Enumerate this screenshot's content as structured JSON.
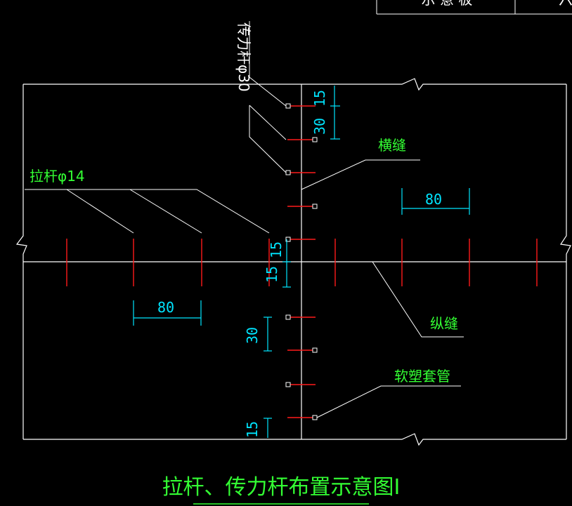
{
  "colors": {
    "background": "#000000",
    "outline": "#ffffff",
    "tie_bar": "#ff1a1a",
    "dimension": "#00e5ff",
    "label": "#33ff33",
    "leader": "#ffffff"
  },
  "header_table": {
    "cell_1": "示 意 板",
    "cell_2": "六"
  },
  "labels": {
    "dowel_bar": "传力杆φ30",
    "tie_bar": "拉杆φ14",
    "transverse_joint": "横缝",
    "longitudinal_joint": "纵缝",
    "sleeve": "软塑套管"
  },
  "dimensions": {
    "top_15": "15",
    "top_30": "30",
    "center_15_upper": "15",
    "center_15_lower": "15",
    "right_80": "80",
    "left_80": "80",
    "lower_30": "30",
    "bottom_15": "15"
  },
  "title": "拉杆、传力杆布置示意图Ⅰ"
}
